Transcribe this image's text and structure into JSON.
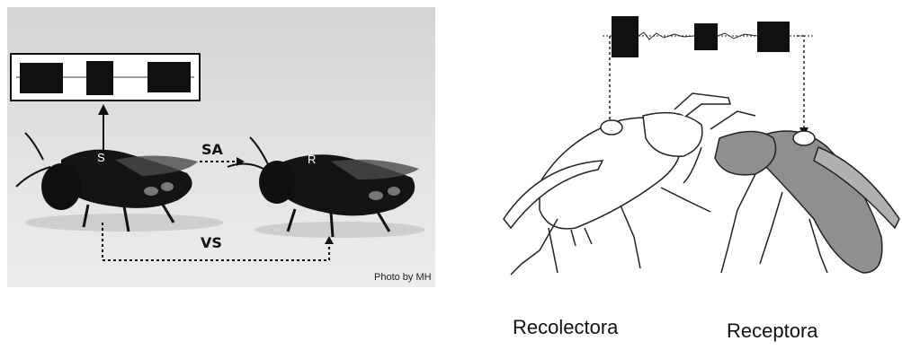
{
  "photo": {
    "sender_label": "S",
    "receiver_label": "R",
    "airborne_label": "SA",
    "vibration_label": "VS",
    "credit": "Photo by MH"
  },
  "illustration": {
    "forager_label": "Recolectora",
    "receiver_label": "Receptora"
  },
  "colors": {
    "bee_photo": "#141414",
    "receiver_drawing_fill": "#8f8f8f",
    "forager_drawing_fill": "#ffffff",
    "outline": "#222222"
  }
}
